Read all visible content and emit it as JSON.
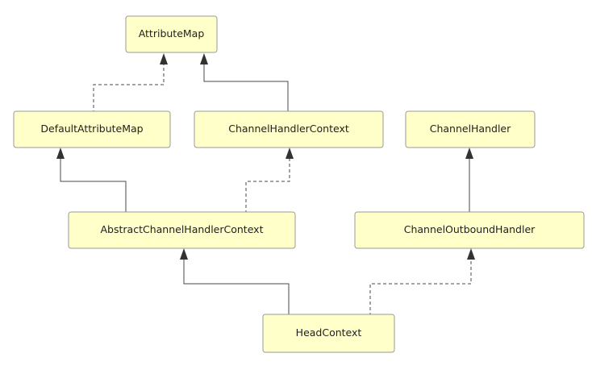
{
  "diagram": {
    "nodes": [
      {
        "id": "attribute-map",
        "label": "AttributeMap"
      },
      {
        "id": "default-attribute-map",
        "label": "DefaultAttributeMap"
      },
      {
        "id": "channel-handler-context",
        "label": "ChannelHandlerContext"
      },
      {
        "id": "channel-handler",
        "label": "ChannelHandler"
      },
      {
        "id": "abstract-channel-handler-context",
        "label": "AbstractChannelHandlerContext"
      },
      {
        "id": "channel-outbound-handler",
        "label": "ChannelOutboundHandler"
      },
      {
        "id": "head-context",
        "label": "HeadContext"
      }
    ],
    "edges": [
      {
        "from": "default-attribute-map",
        "to": "attribute-map",
        "style": "dashed"
      },
      {
        "from": "channel-handler-context",
        "to": "attribute-map",
        "style": "solid"
      },
      {
        "from": "abstract-channel-handler-context",
        "to": "default-attribute-map",
        "style": "solid"
      },
      {
        "from": "abstract-channel-handler-context",
        "to": "channel-handler-context",
        "style": "dashed"
      },
      {
        "from": "channel-outbound-handler",
        "to": "channel-handler",
        "style": "solid"
      },
      {
        "from": "head-context",
        "to": "abstract-channel-handler-context",
        "style": "solid"
      },
      {
        "from": "head-context",
        "to": "channel-outbound-handler",
        "style": "dashed"
      }
    ]
  }
}
